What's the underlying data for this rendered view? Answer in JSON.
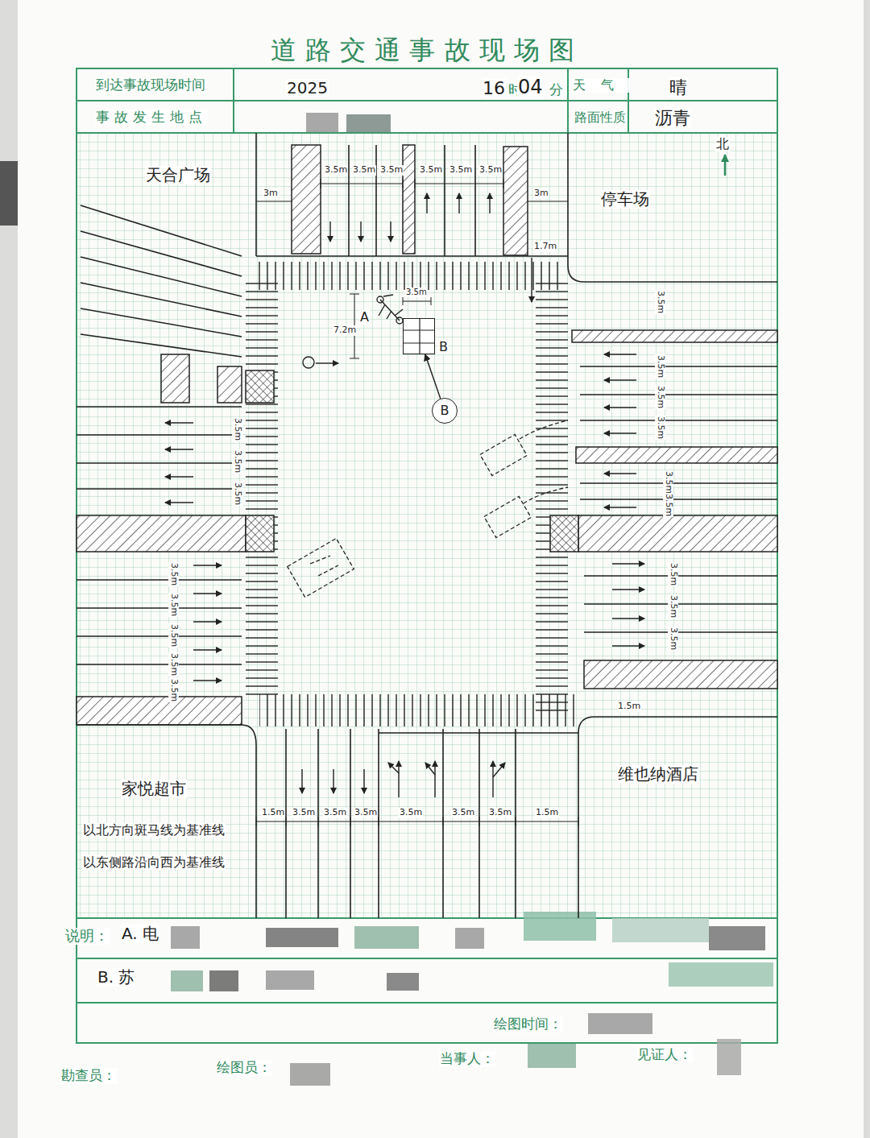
{
  "diagram": {
    "title": "道路交通事故现场图",
    "nodes": [
      {
        "text": [
          "B"
        ]
      },
      {
        "text": [
          "B"
        ]
      }
    ],
    "edges": [
      {
        "from": 1,
        "to": 0,
        "arrow": "to"
      }
    ],
    "labels": [
      "到达事故现场时间",
      "2025",
      "16",
      "时",
      "04",
      "分",
      "天气",
      "晴",
      "事故发生地点",
      "路面性质",
      "沥青",
      "北",
      "天合广场",
      "停车场",
      "3.5m",
      "3.5m",
      "3.5m",
      "3.5m",
      "3.5m",
      "3.5m",
      "3m",
      "3m",
      "1.7m",
      "A",
      "3.5m",
      "7.2m",
      "3.5m",
      "3.5m",
      "3.5m",
      "3.5m",
      "3.5m",
      "3.5m",
      "3.5m",
      "3.5m",
      "3.5m",
      "3.5m",
      "3.5m",
      "3.5m",
      "3.5m",
      "3.5m",
      "3.5m",
      "3.5m",
      "3.5m",
      "1.5m",
      "1.5m",
      "3.5m",
      "3.5m",
      "3.5m",
      "3.5m",
      "3.5m",
      "3.5m",
      "1.5m",
      "家悦超市",
      "维也纳酒店",
      "以北方向斑马线为基准线",
      "以东侧路沿向西为基准线",
      "说明：",
      "A. 电",
      "B. 苏",
      "绘图时间：",
      "勘查员：",
      "绘图员：",
      "当事人：",
      "见证人："
    ]
  }
}
